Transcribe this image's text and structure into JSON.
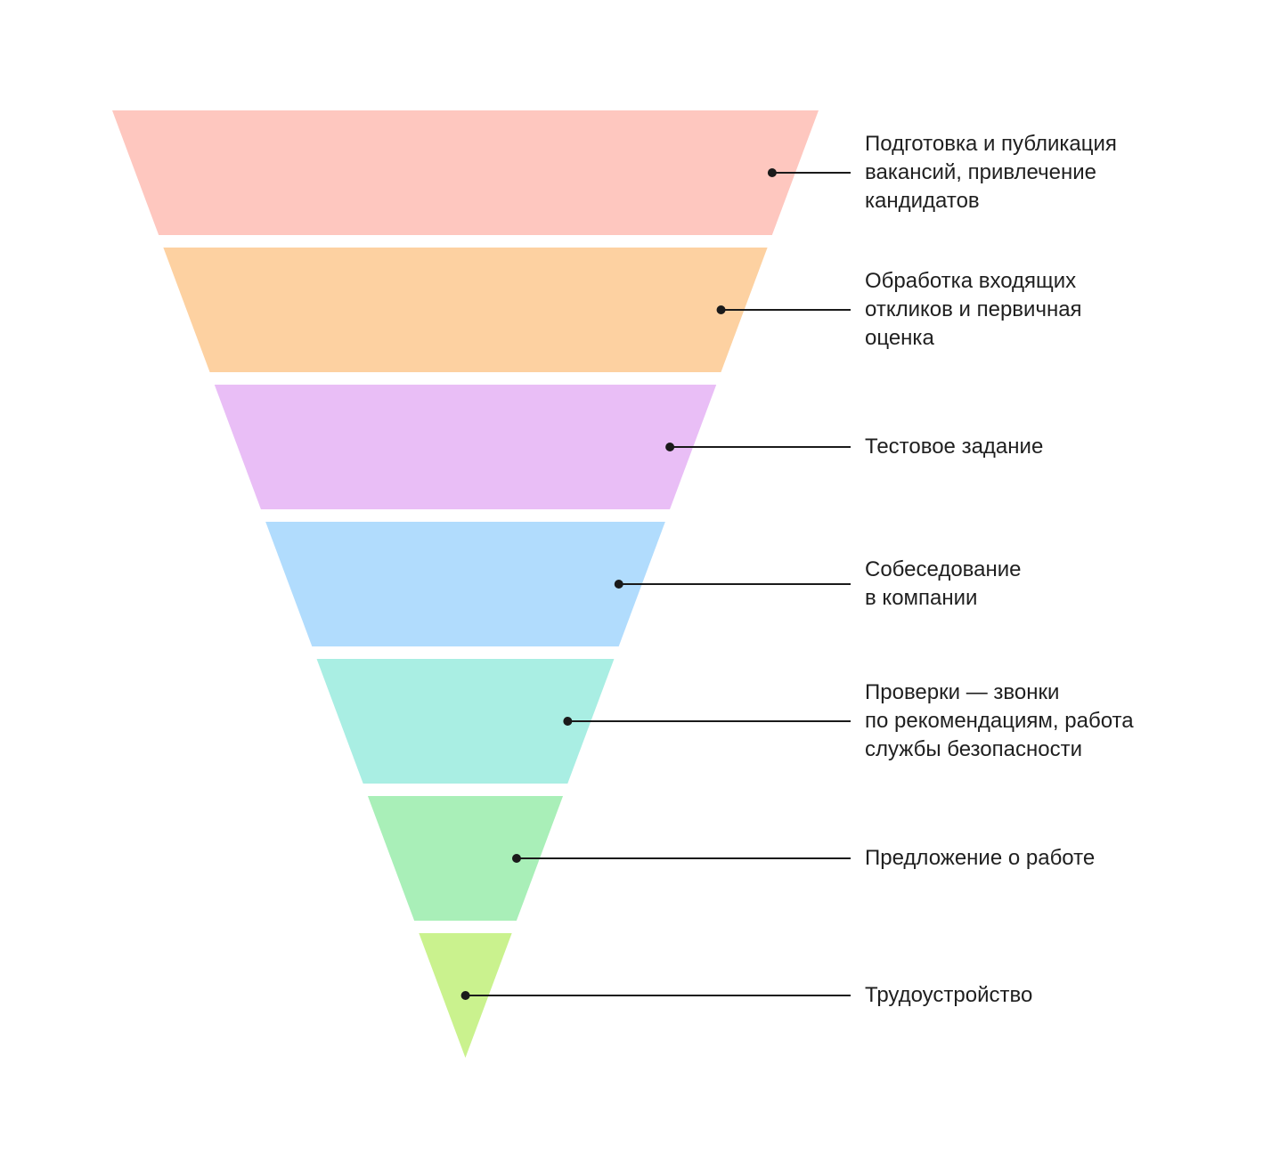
{
  "funnel": {
    "stages": [
      {
        "label": "Подготовка и публикация\nвакансий, привлечение\nкандидатов",
        "color": "#FEC7BF"
      },
      {
        "label": "Обработка входящих\nоткликов и первичная\nоценка",
        "color": "#FDD1A1"
      },
      {
        "label": "Тестовое задание",
        "color": "#E9BEF6"
      },
      {
        "label": "Собеседование\nв компании",
        "color": "#B1DCFD"
      },
      {
        "label": "Проверки — звонки\nпо рекомендациям, работа\nслужбы безопасности",
        "color": "#A9EEE3"
      },
      {
        "label": "Предложение о работе",
        "color": "#A9EFB8"
      },
      {
        "label": "Трудоустройство",
        "color": "#CAF28E"
      }
    ],
    "connector_color": "#1a1a1a",
    "text_color": "#1f1f1f"
  }
}
